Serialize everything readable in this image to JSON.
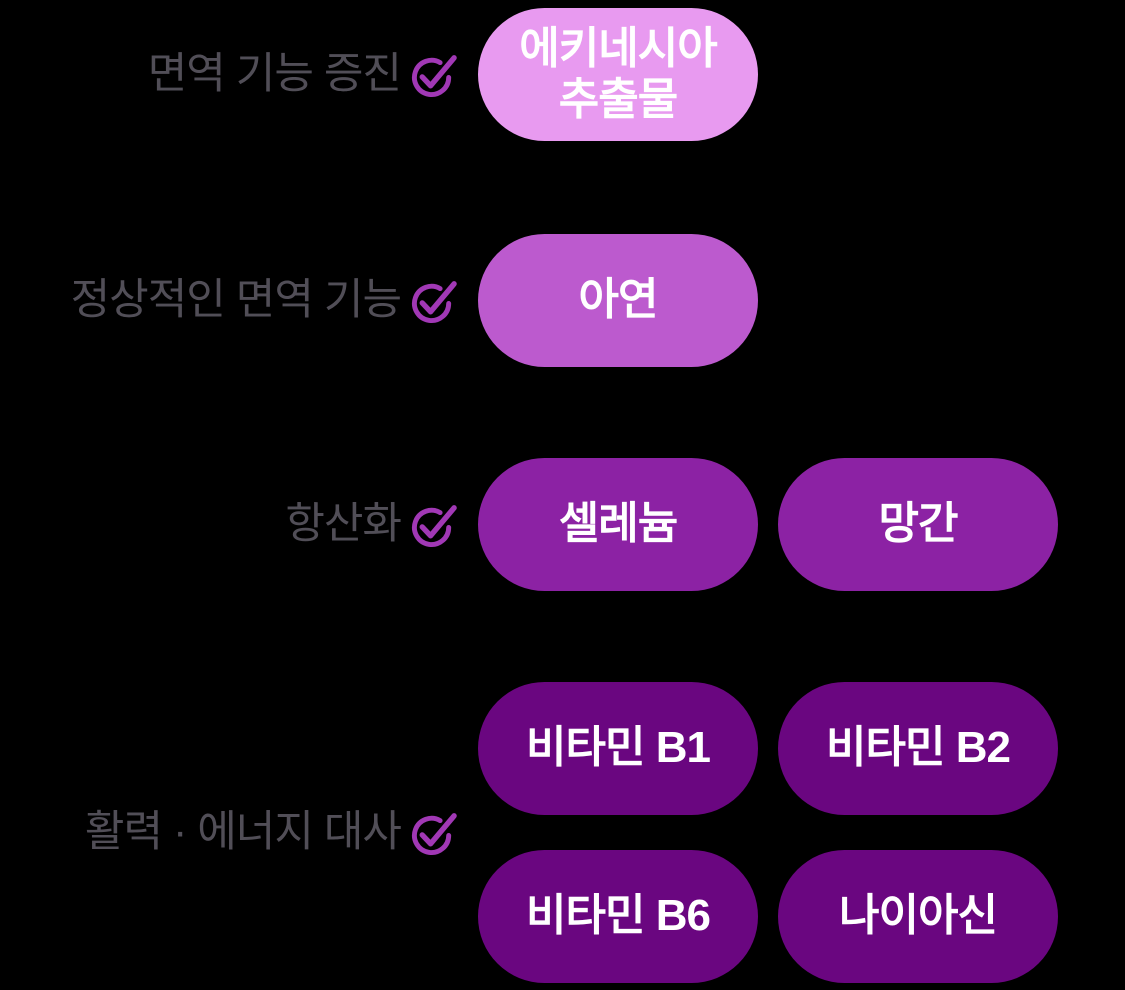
{
  "page": {
    "background": "#000000",
    "description": "Health benefit categories mapped to nutrient ingredient pills"
  },
  "colors": {
    "background": "#000000",
    "label_text": "#514e57",
    "check_icon": "#a138b5",
    "pill_text": "#ffffff"
  },
  "rows": [
    {
      "label": "면역 기능 증진",
      "check_icon": "check-circle-icon",
      "pill_color": "#e89af0",
      "pills": [
        "에키네시아\n추출물"
      ]
    },
    {
      "label": "정상적인 면역 기능",
      "check_icon": "check-circle-icon",
      "pill_color": "#bc5ace",
      "pills": [
        "아연"
      ]
    },
    {
      "label": "항산화",
      "check_icon": "check-circle-icon",
      "pill_color": "#8c22a4",
      "pills": [
        "셀레늄",
        "망간"
      ]
    },
    {
      "label": "활력 · 에너지 대사",
      "check_icon": "check-circle-icon",
      "pill_color": "#6a0680",
      "pills": [
        "비타민 B1",
        "비타민 B2",
        "비타민 B6",
        "나이아신"
      ]
    }
  ]
}
